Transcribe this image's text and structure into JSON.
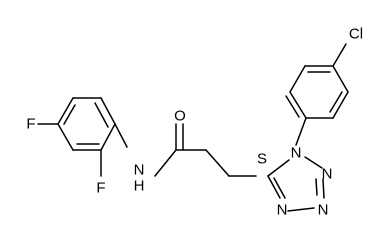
{
  "structure": {
    "atoms": {
      "cl": "Cl",
      "f_para": "F",
      "f_ortho": "F",
      "amide_n": "N",
      "amide_h": "H",
      "carbonyl_o": "O",
      "thio_s": "S",
      "tetrazole_n1": "N",
      "tetrazole_n2": "N",
      "tetrazole_n3": "N",
      "tetrazole_n4": "N"
    }
  }
}
